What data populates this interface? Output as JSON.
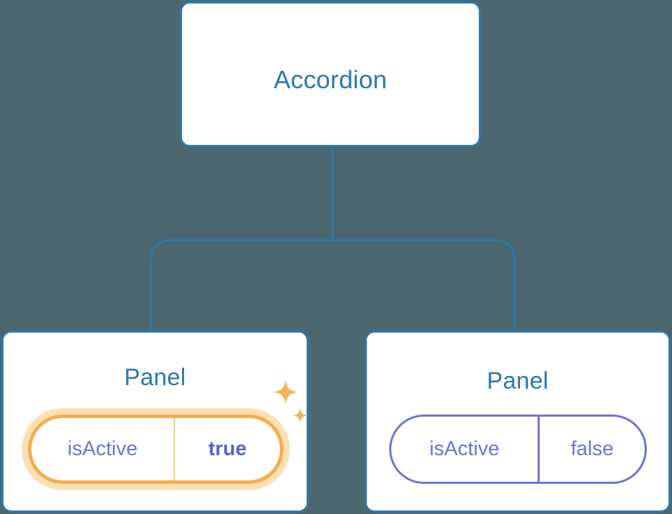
{
  "diagram": {
    "type": "component-tree",
    "background_color": "#4b6770",
    "node_border_color": "#2d79ac",
    "node_text_color": "#2d79ac",
    "connector_color": "#2d79ac",
    "highlight_color": "#f3ae4e",
    "highlight_glow_color": "#fbe0b5",
    "prop_text_color": "#6e73d4",
    "prop_value_active_color": "#5a62d6",
    "sparkle_color": "#f5b352"
  },
  "root": {
    "label": "Accordion"
  },
  "children": [
    {
      "label": "Panel",
      "highlighted": true,
      "prop": {
        "key": "isActive",
        "value": "true",
        "value_bold": true
      },
      "sparkle_icons": [
        "sparkle-large-icon",
        "sparkle-small-icon"
      ]
    },
    {
      "label": "Panel",
      "highlighted": false,
      "prop": {
        "key": "isActive",
        "value": "false",
        "value_bold": false
      }
    }
  ]
}
